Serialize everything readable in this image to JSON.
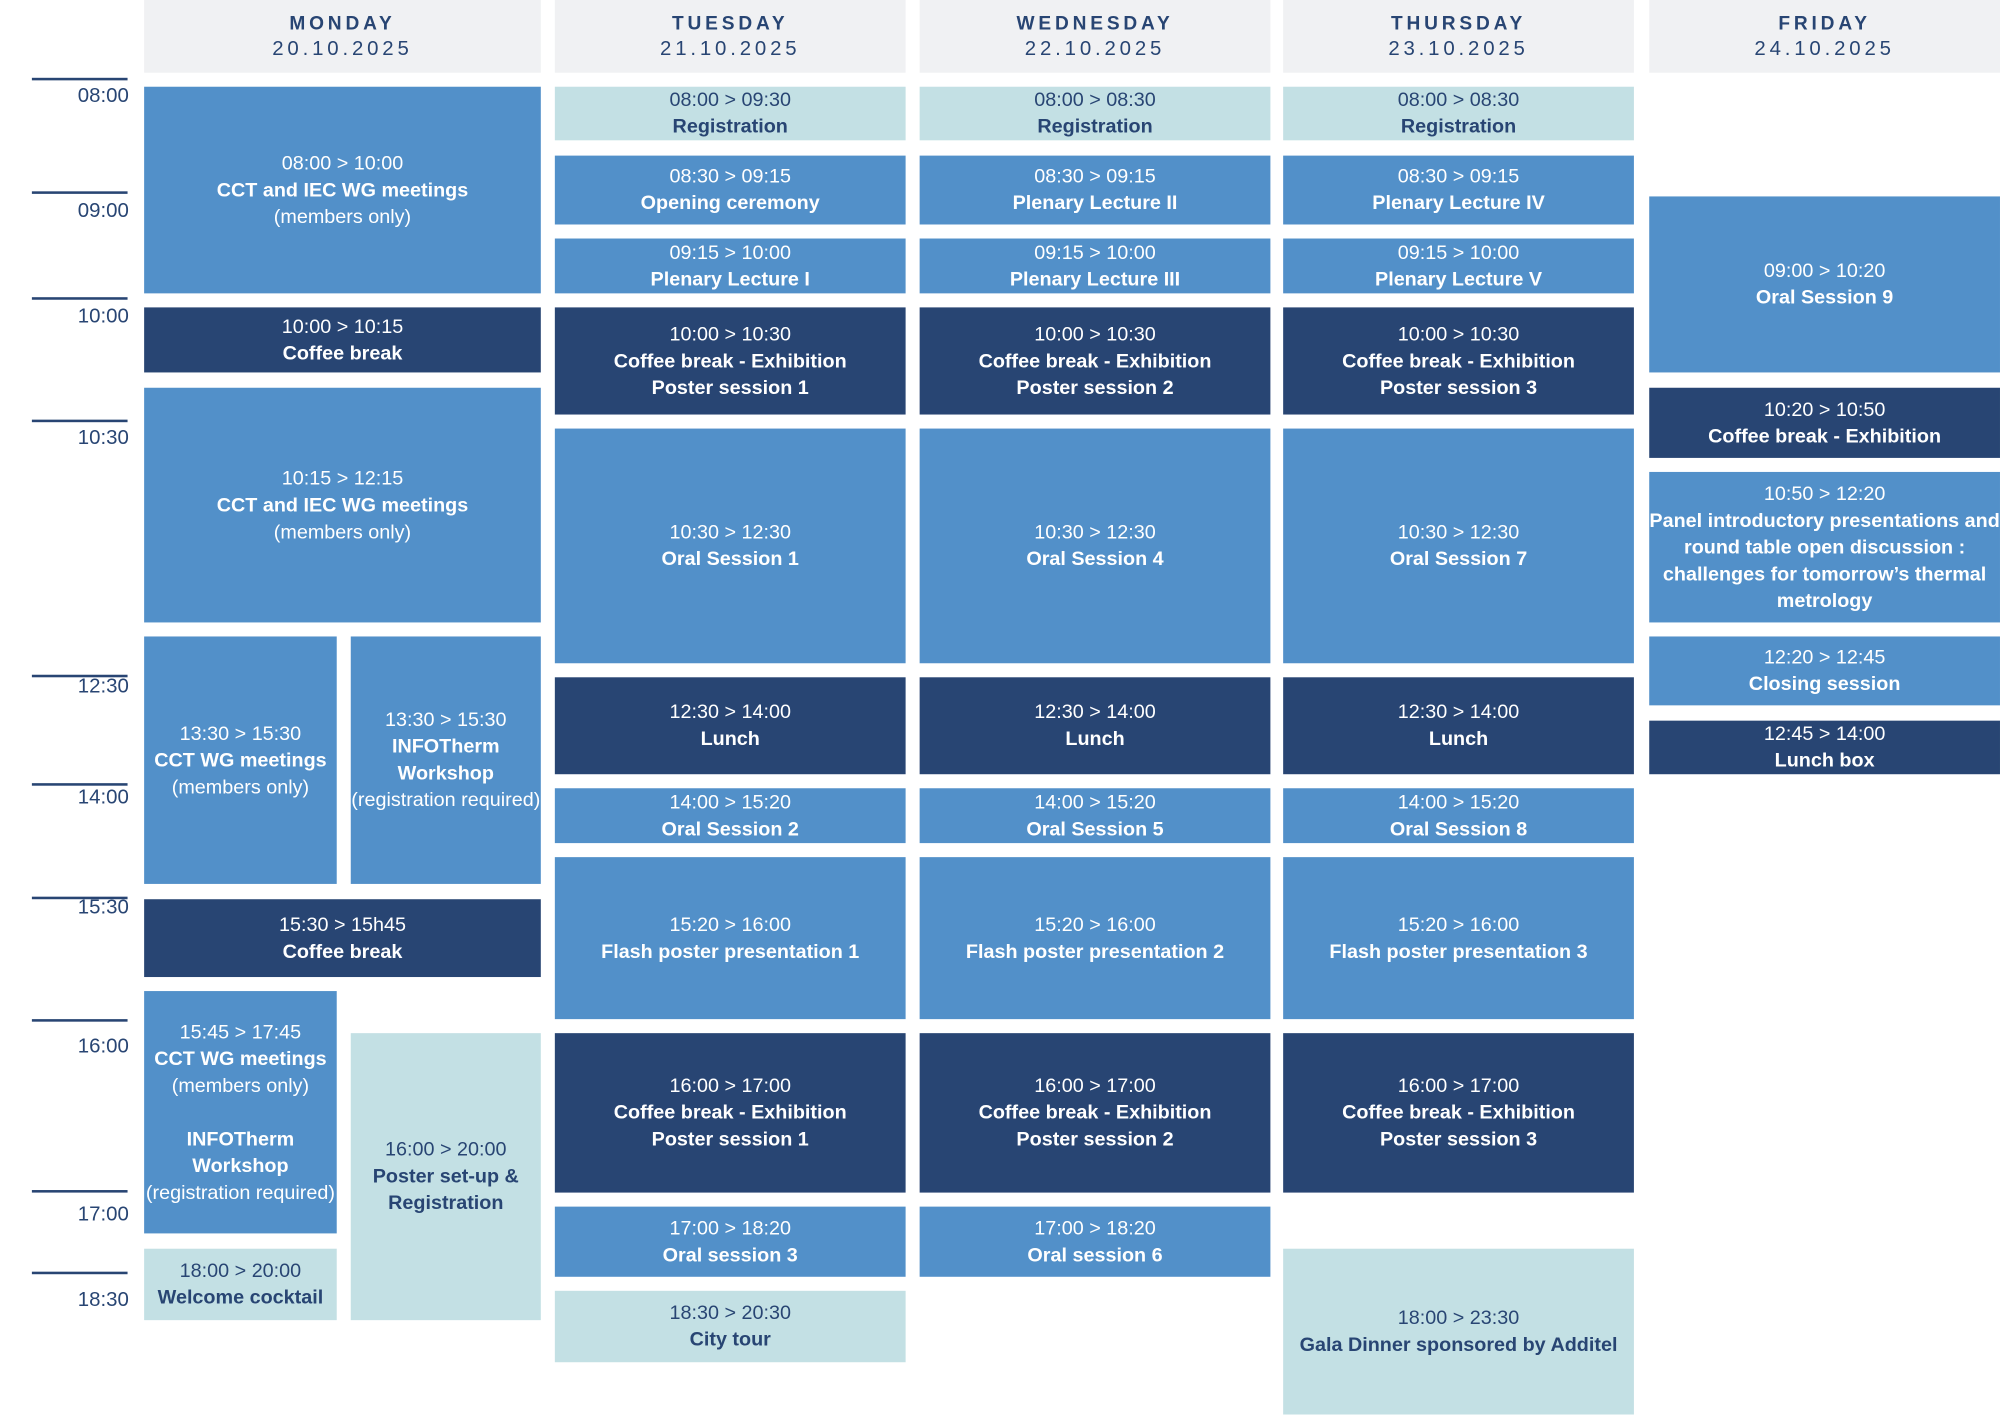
{
  "times": [
    "08:00",
    "09:00",
    "10:00",
    "10:30",
    "12:30",
    "14:00",
    "15:30",
    "16:00",
    "17:00",
    "18:30"
  ],
  "colors": {
    "mid": "#5290c9",
    "dark": "#284573",
    "light": "#c3e0e4",
    "header": "#f0f1f3"
  },
  "days": [
    {
      "name": "MONDAY",
      "date": "20.10.2025",
      "events": [
        {
          "type": "mid",
          "lines": [
            {
              "t": "08:00 > 10:00"
            },
            {
              "t": "CCT and IEC WG meetings",
              "b": true
            },
            {
              "t": "(members only)"
            }
          ]
        },
        {
          "type": "dark",
          "lines": [
            {
              "t": "10:00 > 10:15"
            },
            {
              "t": "Coffee break",
              "b": true
            }
          ]
        },
        {
          "type": "mid",
          "lines": [
            {
              "t": "10:15 > 12:15"
            },
            {
              "t": "CCT and IEC WG meetings",
              "b": true
            },
            {
              "t": "(members only)"
            }
          ]
        },
        {
          "type": "mid",
          "lines": [
            {
              "t": "13:30 > 15:30"
            },
            {
              "t": "CCT WG meetings",
              "b": true
            },
            {
              "t": "(members only)"
            }
          ]
        },
        {
          "type": "mid",
          "lines": [
            {
              "t": "13:30 > 15:30"
            },
            {
              "t": "INFOTherm",
              "b": true
            },
            {
              "t": "Workshop",
              "b": true
            },
            {
              "t": "(registration required)"
            }
          ]
        },
        {
          "type": "dark",
          "lines": [
            {
              "t": "15:30 > 15h45"
            },
            {
              "t": "Coffee break",
              "b": true
            }
          ]
        },
        {
          "type": "mid",
          "lines": [
            {
              "t": "15:45 > 17:45"
            },
            {
              "t": "CCT WG meetings",
              "b": true
            },
            {
              "t": "(members only)"
            },
            {
              "t": ""
            },
            {
              "t": "INFOTherm",
              "b": true
            },
            {
              "t": "Workshop",
              "b": true
            },
            {
              "t": "(registration required)"
            }
          ]
        },
        {
          "type": "light",
          "lines": [
            {
              "t": "16:00 > 20:00"
            },
            {
              "t": "Poster set-up &",
              "b": true
            },
            {
              "t": "Registration",
              "b": true
            }
          ]
        },
        {
          "type": "light",
          "lines": [
            {
              "t": "18:00 > 20:00"
            },
            {
              "t": "Welcome cocktail",
              "b": true
            }
          ]
        }
      ]
    },
    {
      "name": "TUESDAY",
      "date": "21.10.2025",
      "events": [
        {
          "type": "light",
          "lines": [
            {
              "t": "08:00 > 09:30"
            },
            {
              "t": "Registration",
              "b": true
            }
          ]
        },
        {
          "type": "mid",
          "lines": [
            {
              "t": "08:30 > 09:15"
            },
            {
              "t": "Opening ceremony",
              "b": true
            }
          ]
        },
        {
          "type": "mid",
          "lines": [
            {
              "t": "09:15 > 10:00"
            },
            {
              "t": "Plenary Lecture I",
              "b": true
            }
          ]
        },
        {
          "type": "dark",
          "lines": [
            {
              "t": "10:00 > 10:30"
            },
            {
              "t": "Coffee break - Exhibition",
              "b": true
            },
            {
              "t": "Poster session 1",
              "b": true
            }
          ]
        },
        {
          "type": "mid",
          "lines": [
            {
              "t": "10:30 > 12:30"
            },
            {
              "t": "Oral Session 1",
              "b": true
            }
          ]
        },
        {
          "type": "dark",
          "lines": [
            {
              "t": "12:30 > 14:00"
            },
            {
              "t": "Lunch",
              "b": true
            }
          ]
        },
        {
          "type": "mid",
          "lines": [
            {
              "t": "14:00 > 15:20"
            },
            {
              "t": "Oral Session 2",
              "b": true
            }
          ]
        },
        {
          "type": "mid",
          "lines": [
            {
              "t": "15:20 > 16:00"
            },
            {
              "t": "Flash poster presentation 1",
              "b": true
            }
          ]
        },
        {
          "type": "dark",
          "lines": [
            {
              "t": "16:00 > 17:00"
            },
            {
              "t": "Coffee break - Exhibition",
              "b": true
            },
            {
              "t": "Poster session 1",
              "b": true
            }
          ]
        },
        {
          "type": "mid",
          "lines": [
            {
              "t": "17:00 > 18:20"
            },
            {
              "t": "Oral session 3",
              "b": true
            }
          ]
        },
        {
          "type": "light",
          "lines": [
            {
              "t": "18:30 > 20:30"
            },
            {
              "t": "City tour",
              "b": true
            }
          ]
        }
      ]
    },
    {
      "name": "WEDNESDAY",
      "date": "22.10.2025",
      "events": [
        {
          "type": "light",
          "lines": [
            {
              "t": "08:00 > 08:30"
            },
            {
              "t": "Registration",
              "b": true
            }
          ]
        },
        {
          "type": "mid",
          "lines": [
            {
              "t": "08:30 > 09:15"
            },
            {
              "t": "Plenary Lecture II",
              "b": true
            }
          ]
        },
        {
          "type": "mid",
          "lines": [
            {
              "t": "09:15 > 10:00"
            },
            {
              "t": "Plenary Lecture III",
              "b": true
            }
          ]
        },
        {
          "type": "dark",
          "lines": [
            {
              "t": "10:00 > 10:30"
            },
            {
              "t": "Coffee break - Exhibition",
              "b": true
            },
            {
              "t": "Poster session 2",
              "b": true
            }
          ]
        },
        {
          "type": "mid",
          "lines": [
            {
              "t": "10:30 > 12:30"
            },
            {
              "t": "Oral Session 4",
              "b": true
            }
          ]
        },
        {
          "type": "dark",
          "lines": [
            {
              "t": "12:30 > 14:00"
            },
            {
              "t": "Lunch",
              "b": true
            }
          ]
        },
        {
          "type": "mid",
          "lines": [
            {
              "t": "14:00 > 15:20"
            },
            {
              "t": "Oral Session 5",
              "b": true
            }
          ]
        },
        {
          "type": "mid",
          "lines": [
            {
              "t": "15:20 > 16:00"
            },
            {
              "t": "Flash poster presentation 2",
              "b": true
            }
          ]
        },
        {
          "type": "dark",
          "lines": [
            {
              "t": "16:00 > 17:00"
            },
            {
              "t": "Coffee break - Exhibition",
              "b": true
            },
            {
              "t": "Poster session 2",
              "b": true
            }
          ]
        },
        {
          "type": "mid",
          "lines": [
            {
              "t": "17:00 > 18:20"
            },
            {
              "t": "Oral session 6",
              "b": true
            }
          ]
        }
      ]
    },
    {
      "name": "THURSDAY",
      "date": "23.10.2025",
      "events": [
        {
          "type": "light",
          "lines": [
            {
              "t": "08:00 > 08:30"
            },
            {
              "t": "Registration",
              "b": true
            }
          ]
        },
        {
          "type": "mid",
          "lines": [
            {
              "t": "08:30 > 09:15"
            },
            {
              "t": "Plenary Lecture IV",
              "b": true
            }
          ]
        },
        {
          "type": "mid",
          "lines": [
            {
              "t": "09:15 > 10:00"
            },
            {
              "t": "Plenary Lecture V",
              "b": true
            }
          ]
        },
        {
          "type": "dark",
          "lines": [
            {
              "t": "10:00 > 10:30"
            },
            {
              "t": "Coffee break - Exhibition",
              "b": true
            },
            {
              "t": "Poster session 3",
              "b": true
            }
          ]
        },
        {
          "type": "mid",
          "lines": [
            {
              "t": "10:30 > 12:30"
            },
            {
              "t": "Oral Session 7",
              "b": true
            }
          ]
        },
        {
          "type": "dark",
          "lines": [
            {
              "t": "12:30 > 14:00"
            },
            {
              "t": "Lunch",
              "b": true
            }
          ]
        },
        {
          "type": "mid",
          "lines": [
            {
              "t": "14:00 > 15:20"
            },
            {
              "t": "Oral Session 8",
              "b": true
            }
          ]
        },
        {
          "type": "mid",
          "lines": [
            {
              "t": "15:20 > 16:00"
            },
            {
              "t": "Flash poster presentation 3",
              "b": true
            }
          ]
        },
        {
          "type": "dark",
          "lines": [
            {
              "t": "16:00 > 17:00"
            },
            {
              "t": "Coffee break - Exhibition",
              "b": true
            },
            {
              "t": "Poster session 3",
              "b": true
            }
          ]
        },
        {
          "type": "light",
          "lines": [
            {
              "t": "18:00 > 23:30"
            },
            {
              "t": "Gala Dinner sponsored by Additel",
              "b": true
            }
          ]
        }
      ]
    },
    {
      "name": "FRIDAY",
      "date": "24.10.2025",
      "events": [
        {
          "type": "mid",
          "lines": [
            {
              "t": "09:00 > 10:20"
            },
            {
              "t": "Oral Session 9",
              "b": true
            }
          ]
        },
        {
          "type": "dark",
          "lines": [
            {
              "t": "10:20 > 10:50"
            },
            {
              "t": "Coffee break - Exhibition",
              "b": true
            }
          ]
        },
        {
          "type": "mid",
          "lines": [
            {
              "t": "10:50 > 12:20"
            },
            {
              "t": "Panel introductory presentations and",
              "b": true
            },
            {
              "t": "round table open discussion :",
              "b": true
            },
            {
              "t": "challenges for tomorrow’s thermal",
              "b": true
            },
            {
              "t": "metrology",
              "b": true
            }
          ]
        },
        {
          "type": "mid",
          "lines": [
            {
              "t": "12:20 > 12:45"
            },
            {
              "t": "Closing session",
              "b": true
            }
          ]
        },
        {
          "type": "dark",
          "lines": [
            {
              "t": "12:45 > 14:00"
            },
            {
              "t": "Lunch box",
              "b": true
            }
          ]
        }
      ]
    }
  ]
}
